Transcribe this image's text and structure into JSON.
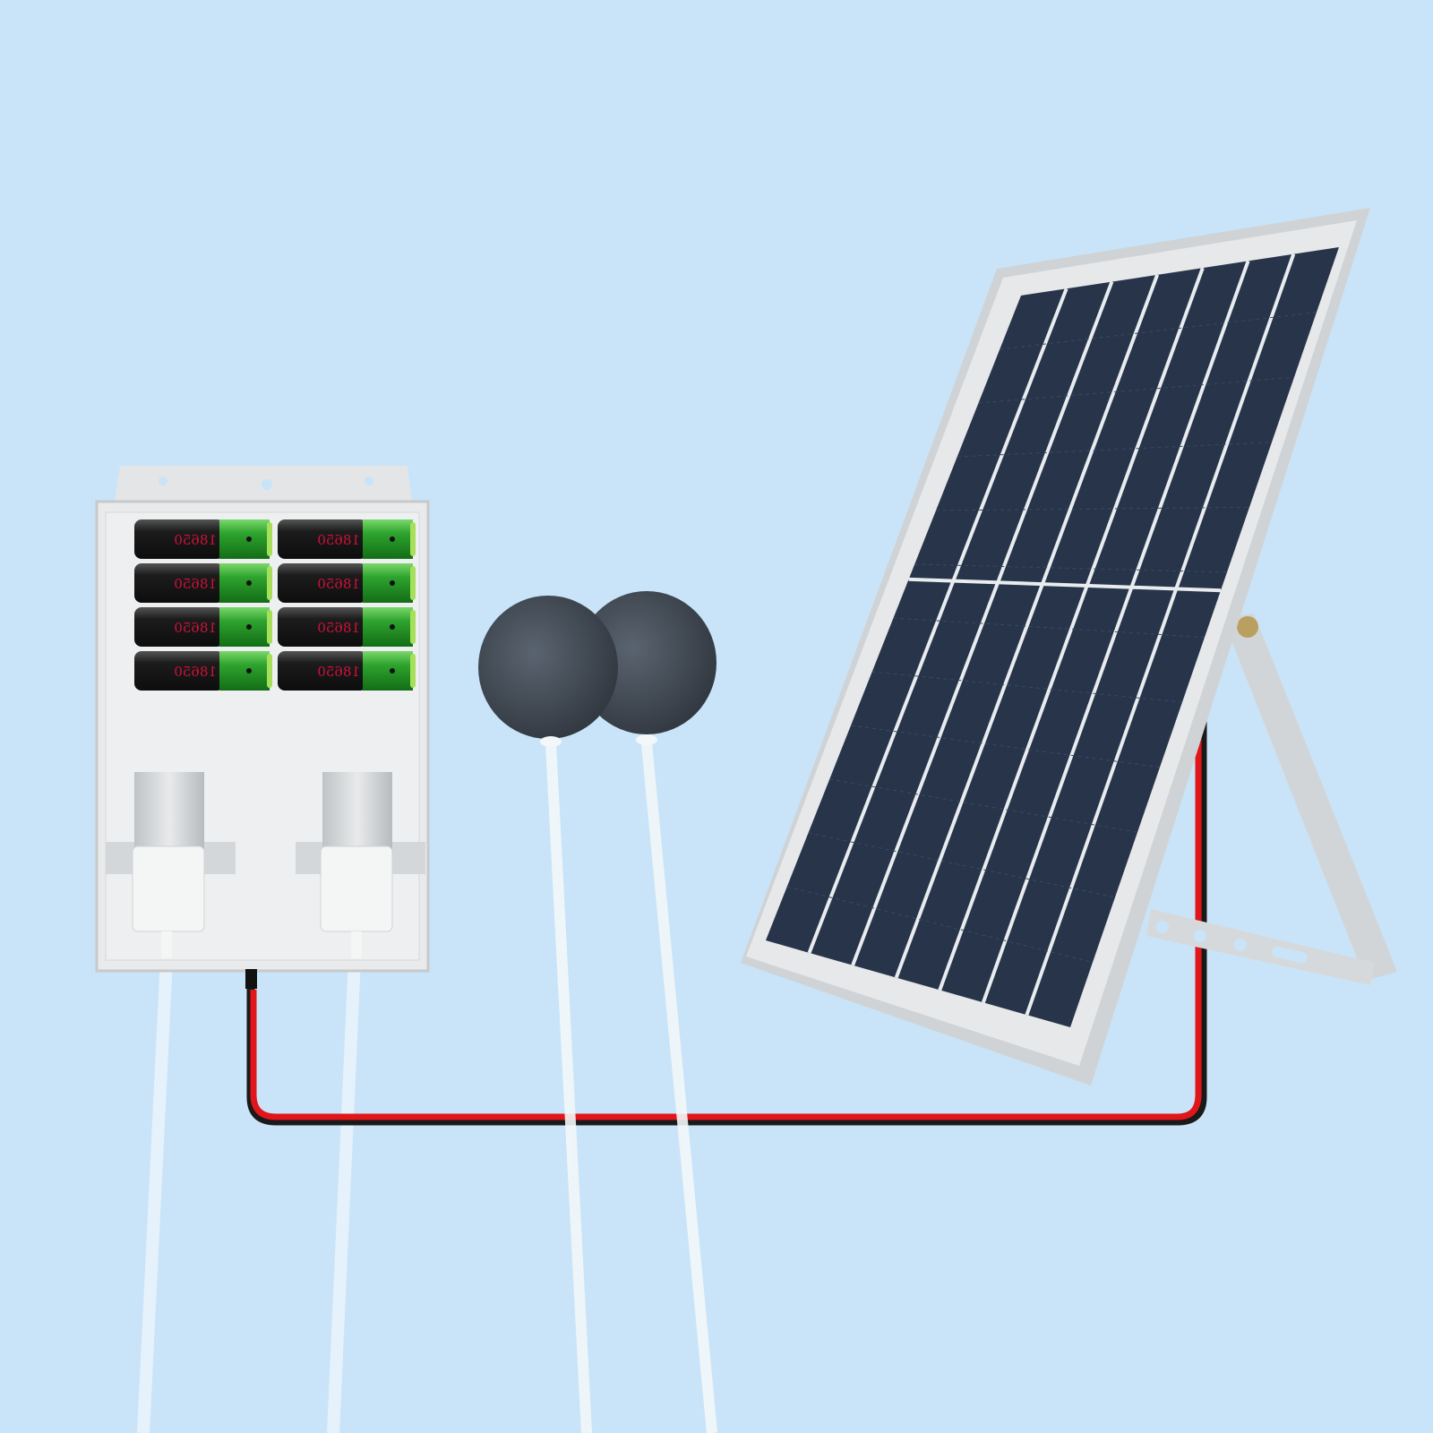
{
  "scene": {
    "background_color": "#c9e4f8",
    "battery_label": "18650",
    "battery_count": 8,
    "air_stone_count": 2,
    "pump_count": 2,
    "colors": {
      "battery_body": "#1c1c1c",
      "battery_cap": "#2ea32e",
      "battery_text": "#d0103a",
      "panel_cells": "#27344a",
      "frame": "#d8dcdf",
      "wire_red": "#e0161a",
      "air_stone": "#3c4450"
    }
  }
}
